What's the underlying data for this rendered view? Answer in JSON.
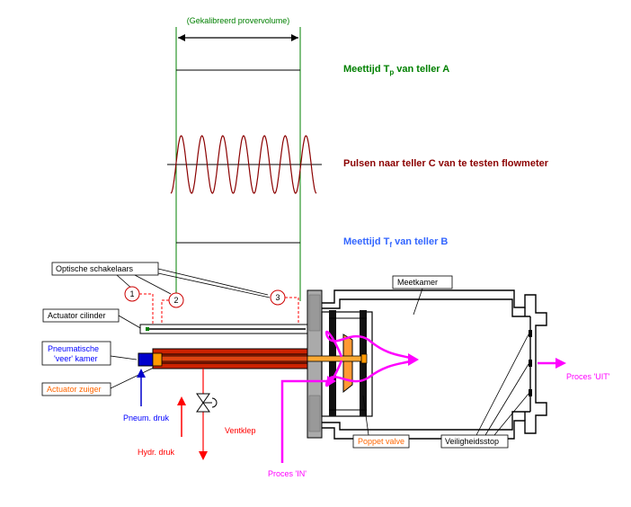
{
  "labels": {
    "volume": "(Gekalibreerd provervolume)",
    "meettijd_a_prefix": "Meettijd T",
    "meettijd_a_sub": "p",
    "meettijd_a_suffix": " van teller A",
    "pulsen": "Pulsen naar teller C van te testen flowmeter",
    "meettijd_b_prefix": "Meettijd T",
    "meettijd_b_sub": "f",
    "meettijd_b_suffix": " van teller B",
    "optische": "Optische schakelaars",
    "actuator_cilinder": "Actuator cilinder",
    "pneumatische_1": "Pneumatische",
    "pneumatische_2": "'veer' kamer",
    "actuator_zuiger": "Actuator zuiger",
    "pneum_druk": "Pneum. druk",
    "hydr_druk": "Hydr. druk",
    "ventklep": "Ventklep",
    "proces_in": "Proces 'IN'",
    "poppet": "Poppet valve",
    "meetkamer": "Meetkamer",
    "veiligheidsstop": "Veiligheidsstop",
    "proces_uit": "Proces 'UIT'",
    "switch_1": "1",
    "switch_2": "2",
    "switch_3": "3"
  },
  "colors": {
    "green": "#008000",
    "darkred": "#8b0000",
    "blue": "#3366ff",
    "red": "#ff0000",
    "orange": "#ff6600",
    "magenta": "#ff00ff",
    "cylinder": "#cc2200",
    "gray": "#999999"
  }
}
